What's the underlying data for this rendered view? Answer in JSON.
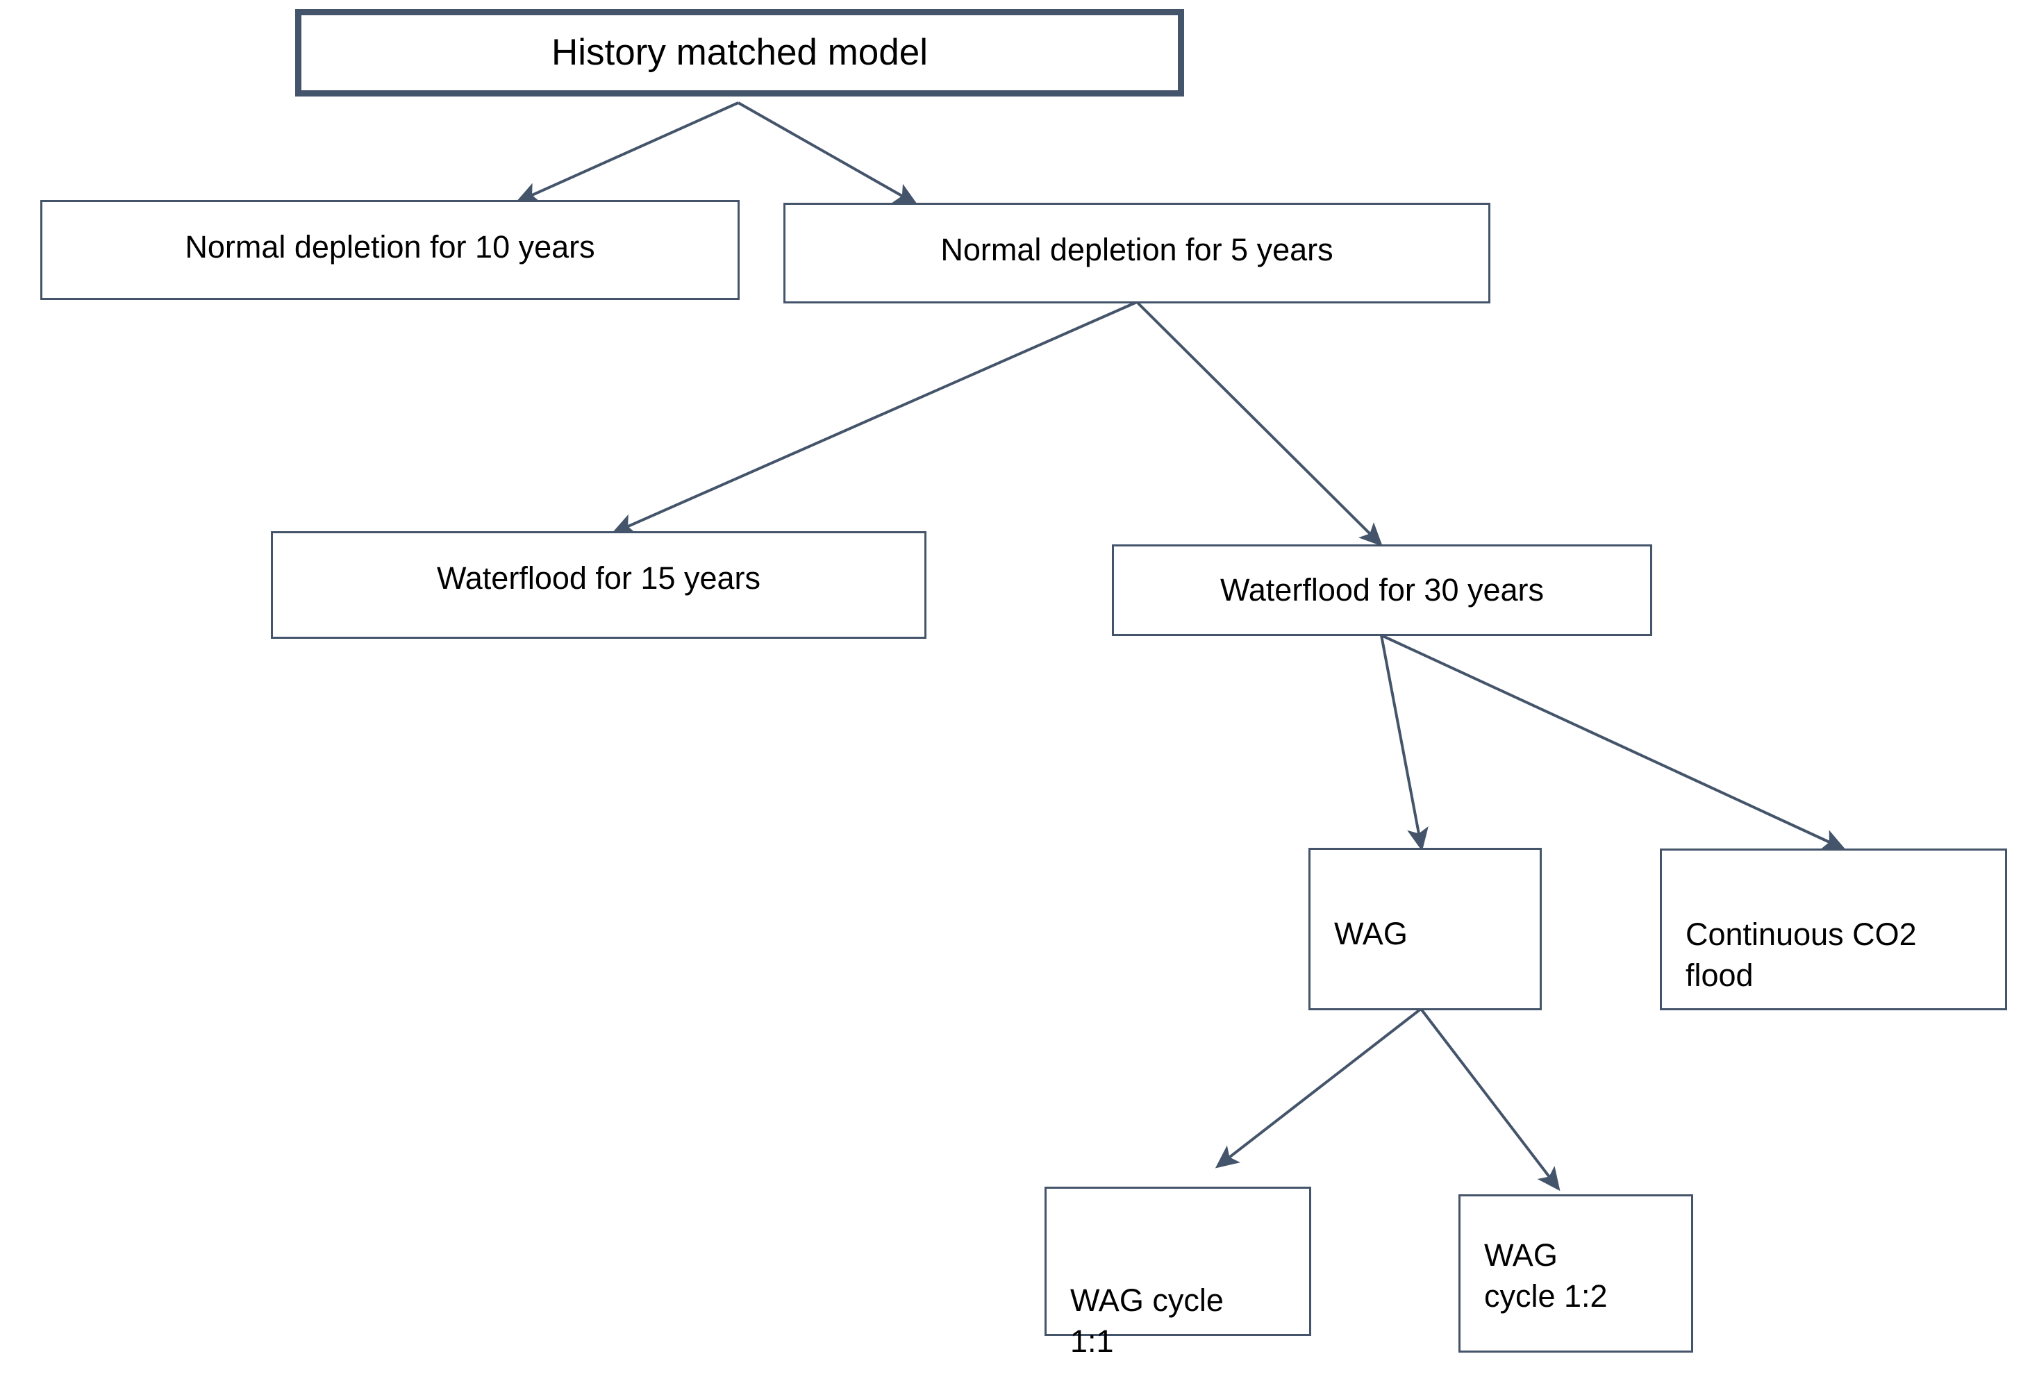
{
  "diagram": {
    "title": "History matched model",
    "theme": {
      "stroke": "#44546A",
      "arrow_fill": "#44546A",
      "background": "#FFFFFF",
      "text": "#000000"
    },
    "nodes": [
      {
        "id": "root",
        "label": "History matched model"
      },
      {
        "id": "dep10",
        "label": "Normal depletion for 10 years"
      },
      {
        "id": "dep5",
        "label": "Normal depletion for 5 years"
      },
      {
        "id": "wf15",
        "label": "Waterflood for 15 years"
      },
      {
        "id": "wf30",
        "label": "Waterflood for 30 years"
      },
      {
        "id": "wag",
        "label": "WAG"
      },
      {
        "id": "co2",
        "label": "Continuous CO2\nflood"
      },
      {
        "id": "wag11",
        "label": "WAG cycle\n1:1"
      },
      {
        "id": "wag12",
        "label": "WAG\ncycle 1:2"
      }
    ],
    "edges": [
      {
        "from": "root",
        "to": "dep10"
      },
      {
        "from": "root",
        "to": "dep5"
      },
      {
        "from": "dep5",
        "to": "wf15"
      },
      {
        "from": "dep5",
        "to": "wf30"
      },
      {
        "from": "wf30",
        "to": "wag"
      },
      {
        "from": "wf30",
        "to": "co2"
      },
      {
        "from": "wag",
        "to": "wag11"
      },
      {
        "from": "wag",
        "to": "wag12"
      }
    ]
  }
}
